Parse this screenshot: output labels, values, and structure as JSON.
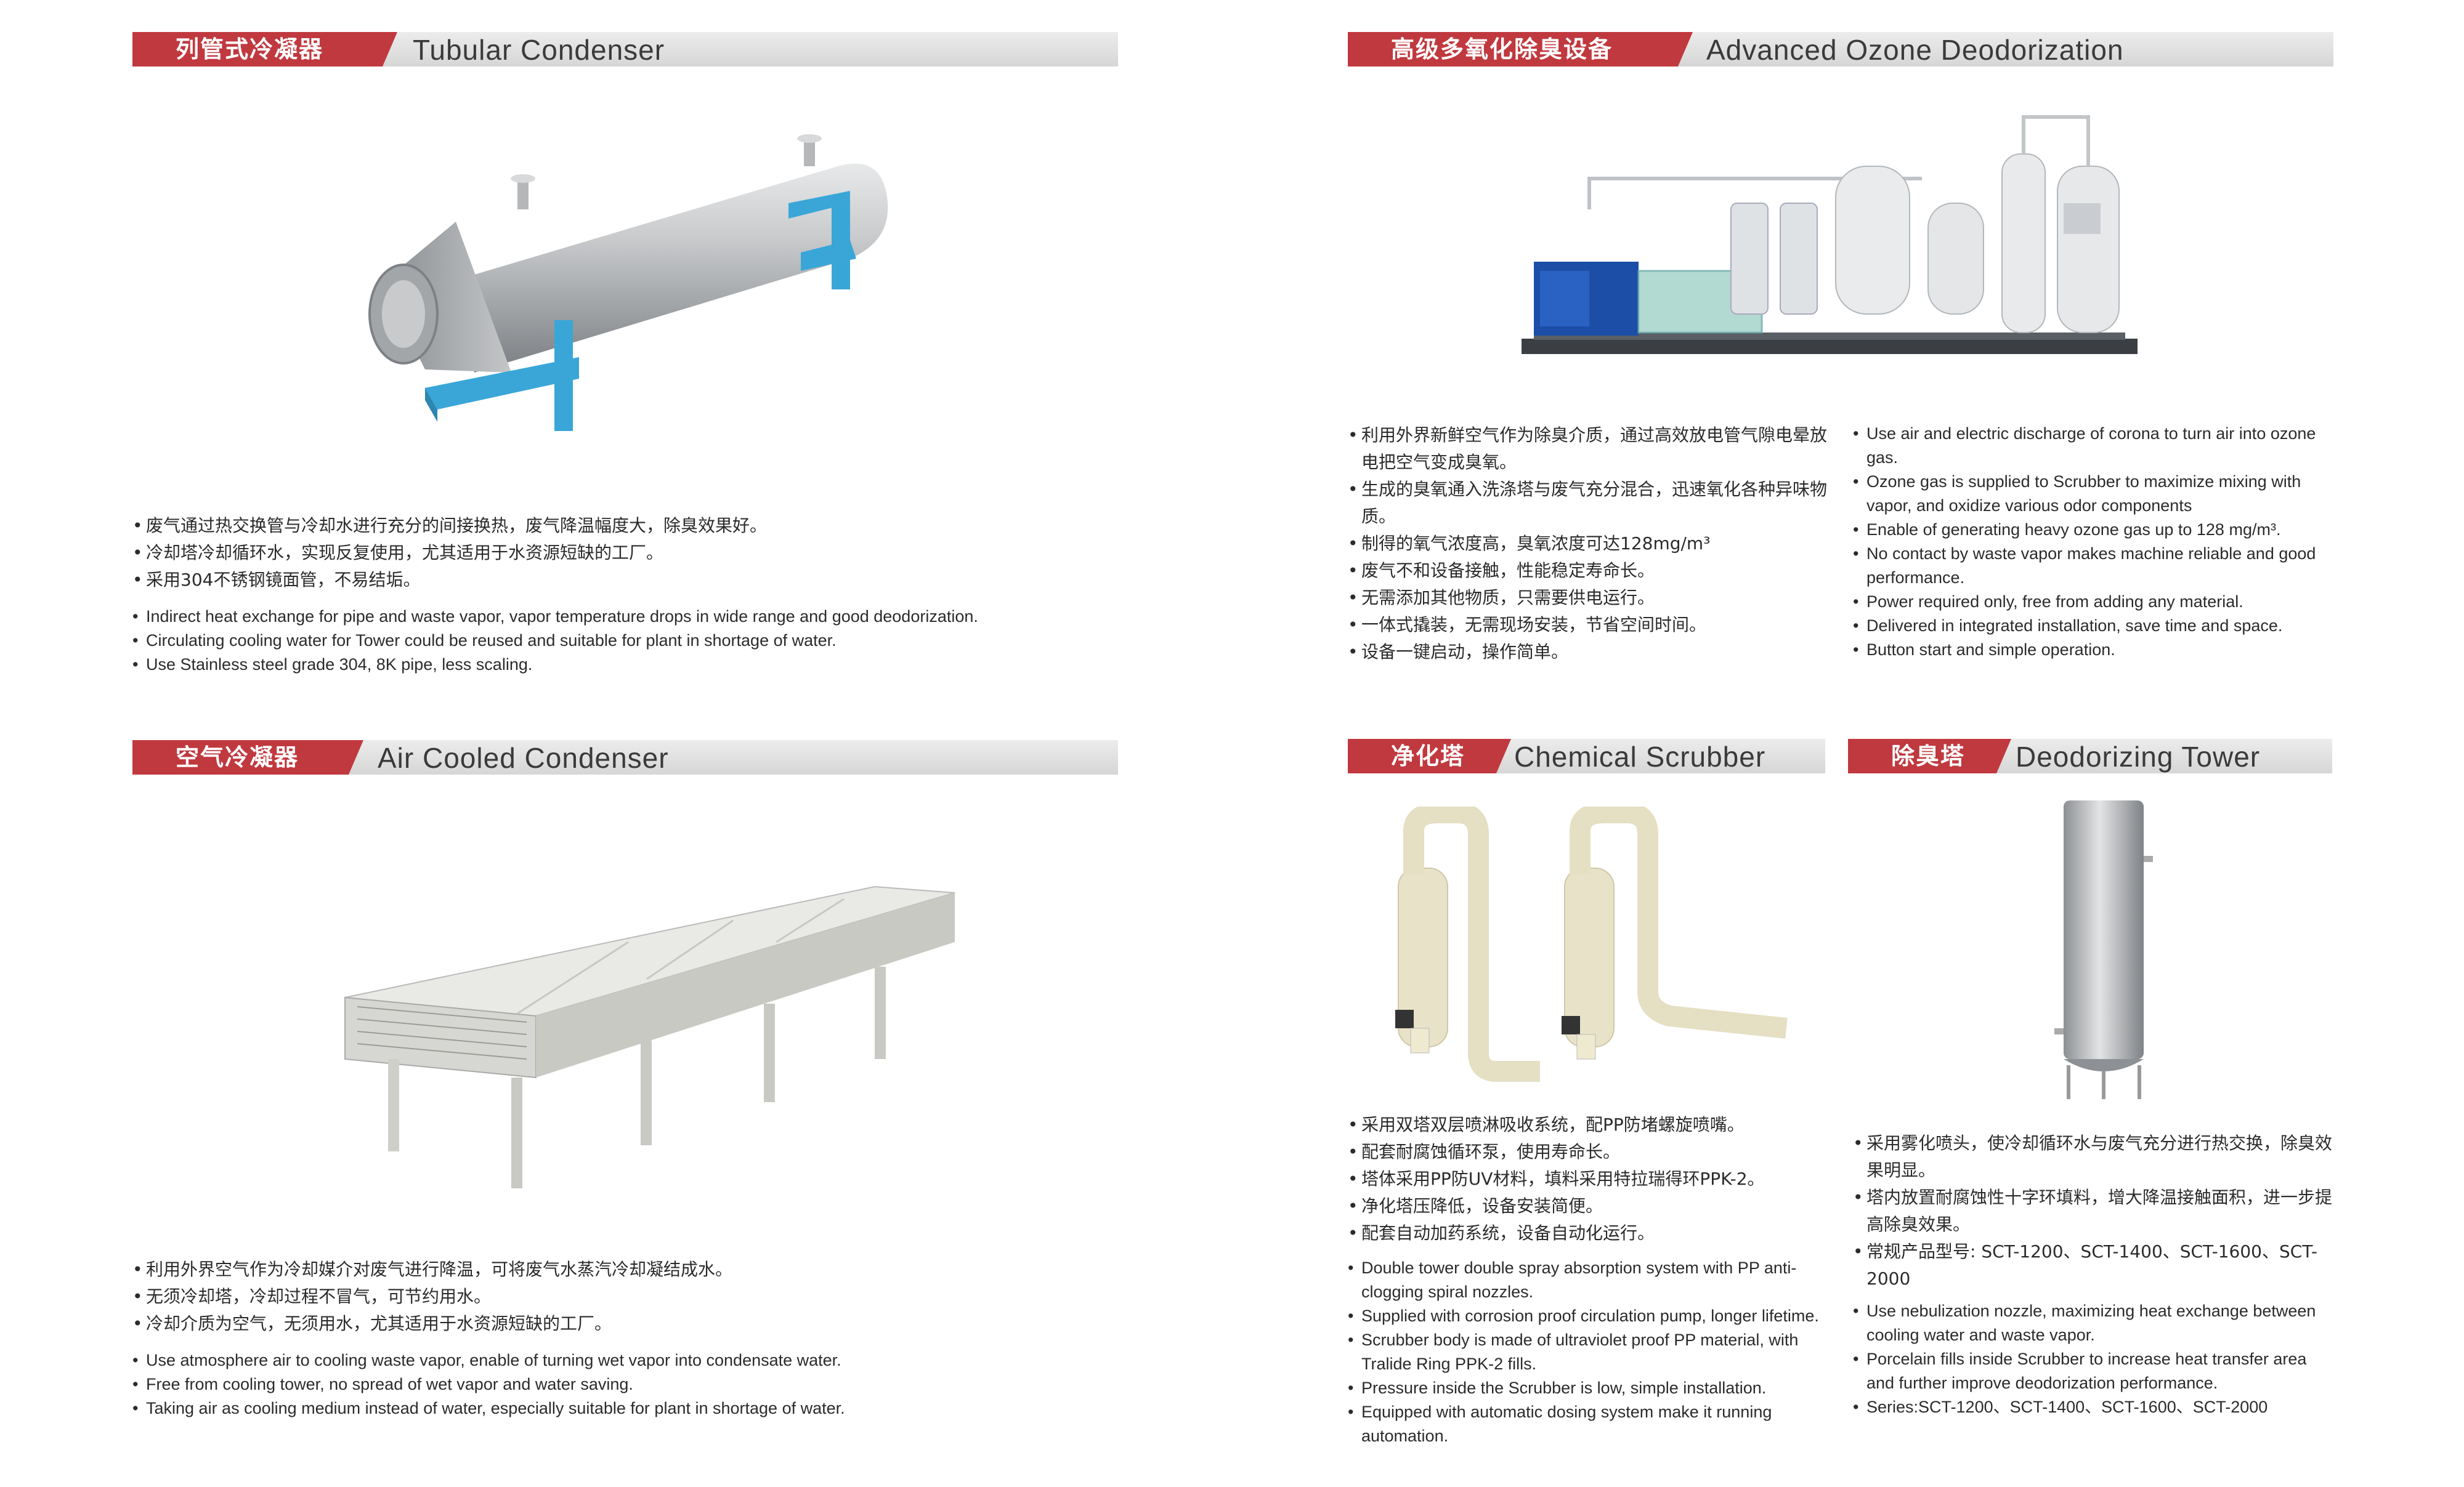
{
  "tubular": {
    "title_cn": "列管式冷凝器",
    "title_en": "Tubular Condenser",
    "zh": [
      "废气通过热交换管与冷却水进行充分的间接换热，废气降温幅度大，除臭效果好。",
      "冷却塔冷却循环水，实现反复使用，尤其适用于水资源短缺的工厂。",
      "采用304不锈钢镜面管，不易结垢。"
    ],
    "en": [
      "Indirect heat exchange for pipe and waste vapor, vapor temperature drops in wide range and good deodorization.",
      "Circulating cooling water for Tower could be reused and suitable for plant in shortage of water.",
      "Use Stainless steel grade 304, 8K pipe, less scaling."
    ]
  },
  "ozone": {
    "title_cn": "高级多氧化除臭设备",
    "title_en": "Advanced Ozone Deodorization",
    "zh": [
      "利用外界新鲜空气作为除臭介质，通过高效放电管气隙电晕放电把空气变成臭氧。",
      "生成的臭氧通入洗涤塔与废气充分混合，迅速氧化各种异味物质。",
      "制得的氧气浓度高，臭氧浓度可达128mg/m³",
      "废气不和设备接触，性能稳定寿命长。",
      "无需添加其他物质，只需要供电运行。",
      "一体式撬装，无需现场安装，节省空间时间。",
      "设备一键启动，操作简单。"
    ],
    "en": [
      "Use air and electric discharge of corona to turn air into ozone gas.",
      "Ozone gas is supplied to Scrubber to maximize mixing with vapor, and oxidize various odor components",
      "Enable of generating heavy ozone gas up to 128 mg/m³.",
      "No contact by waste vapor makes machine reliable and good performance.",
      "Power required only, free from adding any material.",
      "Delivered in integrated installation, save time and space.",
      "Button start and simple operation."
    ]
  },
  "aircooled": {
    "title_cn": "空气冷凝器",
    "title_en": "Air Cooled Condenser",
    "zh": [
      "利用外界空气作为冷却媒介对废气进行降温，可将废气水蒸汽冷却凝结成水。",
      "无须冷却塔，冷却过程不冒气，可节约用水。",
      "冷却介质为空气，无须用水，尤其适用于水资源短缺的工厂。"
    ],
    "en": [
      "Use atmosphere air to cooling waste vapor, enable of turning wet vapor into condensate water.",
      "Free from cooling tower, no spread of wet vapor and water saving.",
      "Taking air as cooling medium instead of water, especially suitable for plant in shortage of water."
    ]
  },
  "scrubber": {
    "title_cn": "净化塔",
    "title_en": "Chemical Scrubber",
    "zh": [
      "采用双塔双层喷淋吸收系统，配PP防堵螺旋喷嘴。",
      "配套耐腐蚀循环泵，使用寿命长。",
      "塔体采用PP防UV材料，填料采用特拉瑞得环PPK-2。",
      "净化塔压降低，设备安装简便。",
      "配套自动加药系统，设备自动化运行。"
    ],
    "en": [
      "Double tower double spray absorption system with PP anti-clogging spiral nozzles.",
      "Supplied with corrosion proof circulation pump, longer lifetime.",
      "Scrubber body is made of ultraviolet proof PP material, with Tralide Ring PPK-2 fills.",
      "Pressure inside the Scrubber is low, simple installation.",
      "Equipped with automatic dosing system make it running automation."
    ]
  },
  "tower": {
    "title_cn": "除臭塔",
    "title_en": "Deodorizing Tower",
    "zh": [
      "采用雾化喷头，使冷却循环水与废气充分进行热交换，除臭效果明显。",
      "塔内放置耐腐蚀性十字环填料，增大降温接触面积，进一步提高除臭效果。",
      "常规产品型号: SCT-1200、SCT-1400、SCT-1600、SCT-2000"
    ],
    "en": [
      "Use nebulization nozzle, maximizing heat exchange between cooling water and waste vapor.",
      "Porcelain fills inside Scrubber to increase heat transfer area and further improve deodorization performance.",
      "Series:SCT-1200、SCT-1400、SCT-1600、SCT-2000"
    ]
  }
}
